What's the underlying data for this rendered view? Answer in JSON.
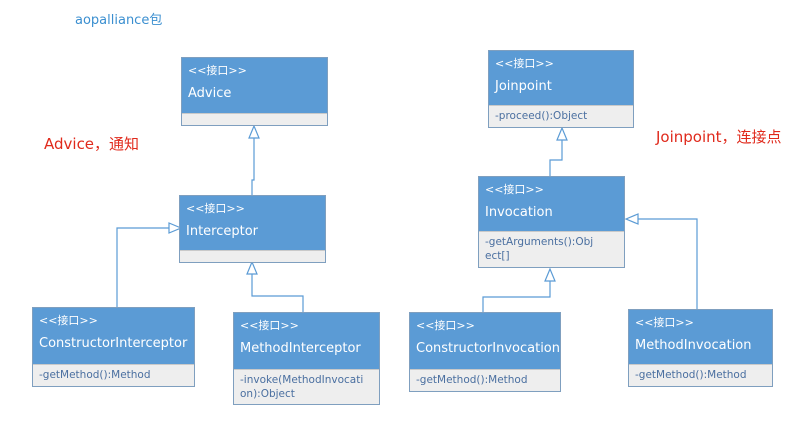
{
  "caption": "aopalliance包",
  "notes": {
    "advice": "Advice，通知",
    "joinpoint": "Joinpoint，连接点"
  },
  "stereotype": "<<接口>>",
  "classes": {
    "advice": {
      "name": "Advice",
      "members": ""
    },
    "interceptor": {
      "name": "Interceptor",
      "members": ""
    },
    "constructor_interceptor": {
      "name": "ConstructorInterceptor",
      "members": "-getMethod():Method"
    },
    "method_interceptor": {
      "name": "MethodInterceptor",
      "members": "-invoke(MethodInvocati\non):Object"
    },
    "joinpoint": {
      "name": "Joinpoint",
      "members": "-proceed():Object"
    },
    "invocation": {
      "name": "Invocation",
      "members": "-getArguments():Obj\nect[]"
    },
    "constructor_invocation": {
      "name": "ConstructorInvocation",
      "members": "-getMethod():Method"
    },
    "method_invocation": {
      "name": "MethodInvocation",
      "members": "-getMethod():Method"
    }
  },
  "colors": {
    "box": "#5b9bd5",
    "compartment": "#eeeeee",
    "edge": "#5b9bd5",
    "note": "#e02a1c",
    "caption": "#3b8fd0"
  }
}
